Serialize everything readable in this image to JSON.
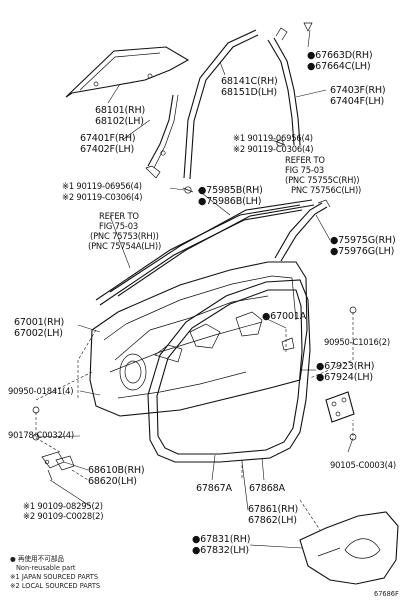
{
  "labels": {
    "p68101": "68101(RH)",
    "p68102": "68102(LH)",
    "p67401": "67401F(RH)",
    "p67402": "67402F(LH)",
    "p68141": "68141C(RH)",
    "p68151": "68151D(LH)",
    "p67663": "●67663D(RH)",
    "p67664": "●67664C(LH)",
    "p67403": "67403F(RH)",
    "p67404": "67404F(LH)",
    "s90119a": "※1 90119-06956(4)",
    "s90119b": "※2 90119-C0306(4)",
    "refer_r1": "REFER TO",
    "refer_r2": "FIG 75-03",
    "refer_r3": "(PNC 75755C(RH))",
    "refer_r4": "PNC 75756C(LH))",
    "l90119a": "※1 90119-06956(4)",
    "l90119b": "※2 90119-C0306(4)",
    "p75985": "●75985B(RH)",
    "p75986": "●75986B(LH)",
    "refer_l1": "REFER TO",
    "refer_l2": "FIG 75-03",
    "refer_l3": "(PNC 75753(RH))",
    "refer_l4": "(PNC 75754A(LH))",
    "p75975": "●75975G(RH)",
    "p75976": "●75976G(LH)",
    "p67001": "67001(RH)",
    "p67002": "67002(LH)",
    "p67001a": "●67001A",
    "p90950c": "90950-C1016(2)",
    "p90950": "90950-01841(4)",
    "p67923": "●67923(RH)",
    "p67924": "●67924(LH)",
    "p90178": "90178-C0032(4)",
    "p68610": "68610B(RH)",
    "p68620": "68620(LH)",
    "p90105": "90105-C0003(4)",
    "p90109a": "※1 90109-08295(2)",
    "p90109b": "※2 90109-C0028(2)",
    "p67867": "67867A",
    "p67868": "67868A",
    "p67861": "67861(RH)",
    "p67862": "67862(LH)",
    "p67831": "●67831(RH)",
    "p67832": "●67832(LH)",
    "legend1a": "● 再使用不可部品",
    "legend1b": "Non-reusable part",
    "legend2": "※1 JAPAN SOURCED PARTS",
    "legend3": "※2 LOCAL SOURCED PARTS",
    "fig_no": "67686F"
  }
}
